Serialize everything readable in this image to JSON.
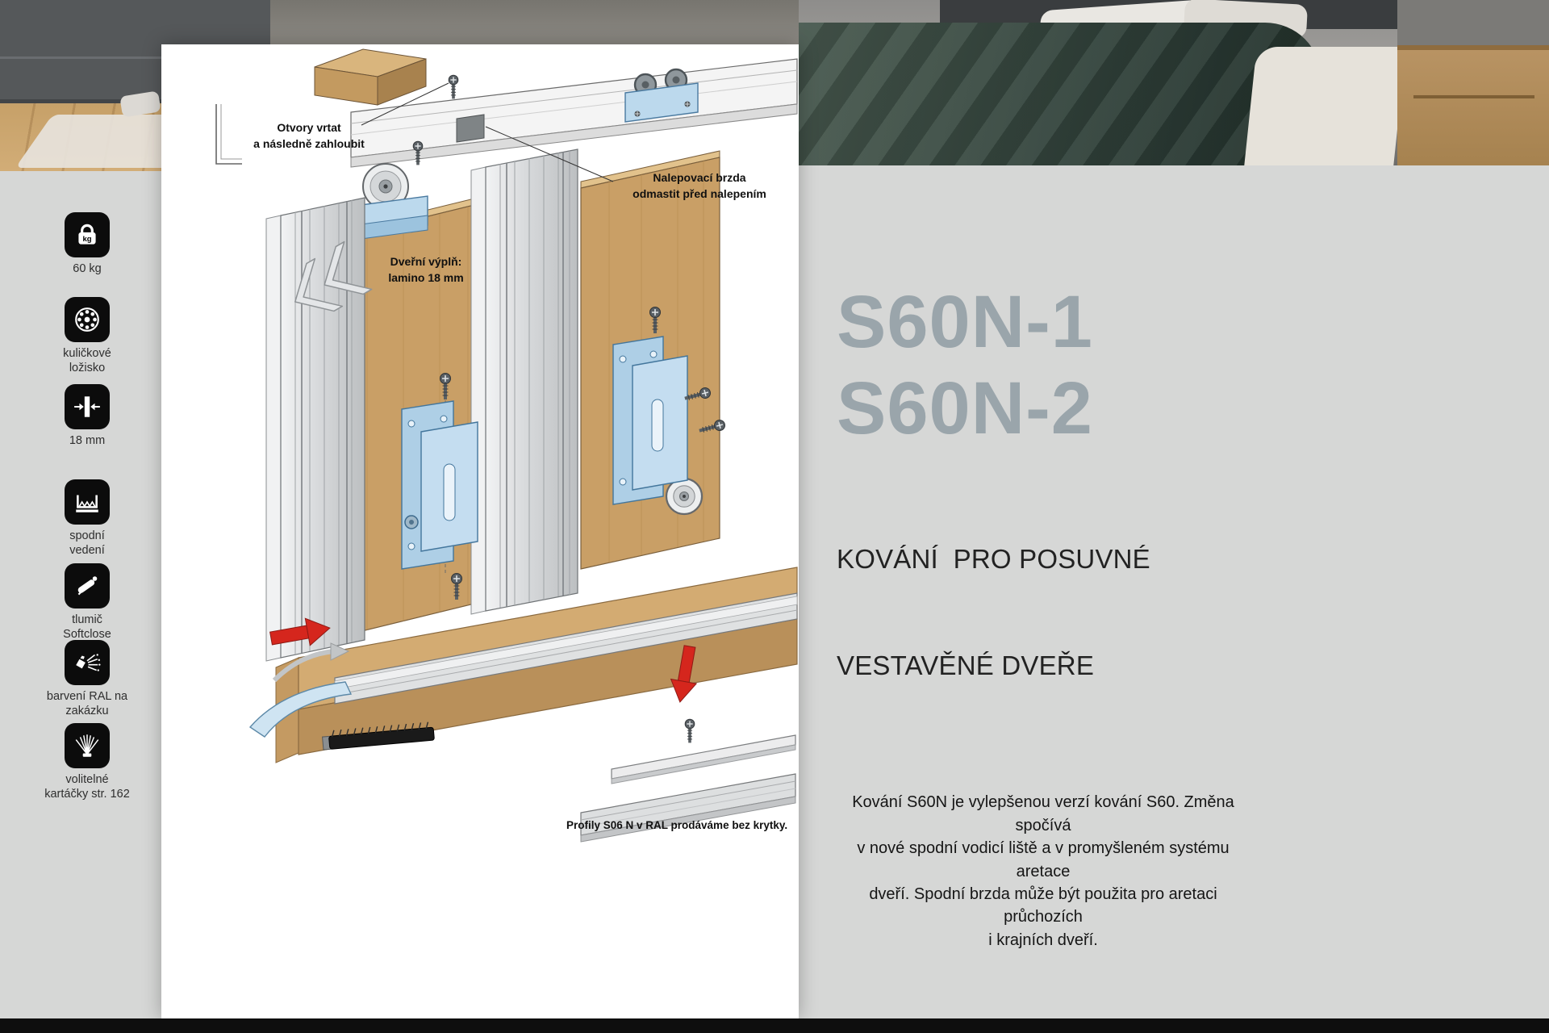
{
  "colors": {
    "title_gray": "#9aa5ab",
    "accent_red": "#d5261d",
    "hardware_blue": "#bcd9ed",
    "wood": "#c99f66",
    "background_gray": "#d6d7d6"
  },
  "sidebar": {
    "items": [
      {
        "icon": "weight-kg-icon",
        "icon_badge": "kg",
        "label": "60 kg"
      },
      {
        "icon": "ball-bearing-icon",
        "label": "kuličkové\nložisko"
      },
      {
        "icon": "panel-thickness-icon",
        "label": "18 mm"
      },
      {
        "icon": "bottom-guide-icon",
        "label": "spodní\nvedení"
      },
      {
        "icon": "softclose-damper-icon",
        "label": "tlumič\nSoftclose"
      },
      {
        "icon": "ral-paint-icon",
        "label": "barvení RAL na\nzakázku"
      },
      {
        "icon": "optional-brushes-icon",
        "label": "volitelné\nkartáčky str. 162"
      }
    ]
  },
  "diagram": {
    "annotations": {
      "drill": "Otvory vrtat\na následně zahloubit",
      "brake": "Nalepovací brzda\nodmastit před nalepením",
      "infill": "Dveřní výplň:\nlamino 18 mm",
      "footnote": "Profily S06 N v RAL prodáváme bez krytky."
    }
  },
  "right_panel": {
    "titles": [
      "S60N-1",
      "S60N-2"
    ],
    "subtitle_lines": [
      "KOVÁNÍ  PRO POSUVNÉ",
      "VESTAVĚNÉ DVEŘE"
    ],
    "description_lines": [
      "Kování S60N je vylepšenou verzí kování S60. Změna spočívá",
      "v nové spodní vodicí liště a v promyšleném systému aretace",
      "dveří. Spodní brzda může být použita pro aretaci průchozích",
      "i krajních dveří."
    ]
  }
}
